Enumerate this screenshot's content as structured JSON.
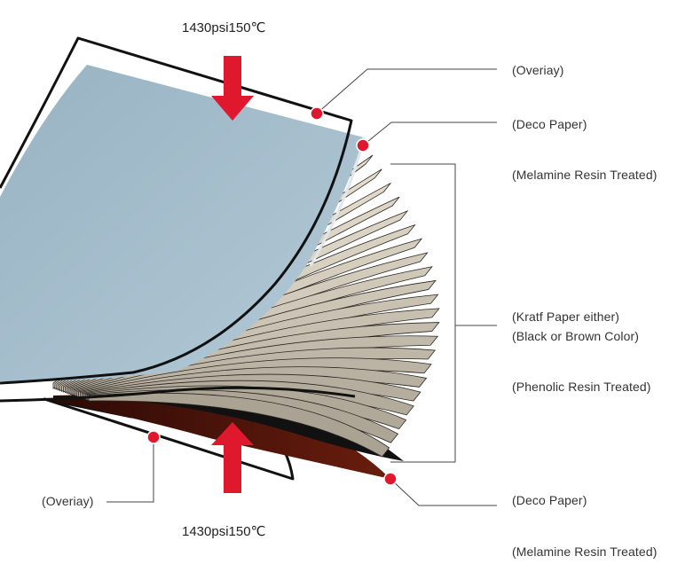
{
  "pressure_top": "1430psi150℃",
  "pressure_bottom": "1430psi150℃",
  "labels": {
    "overlay_top": "(Overiay)",
    "deco_top": "(Deco Paper)",
    "melamine_top": "(Melamine Resin Treated)",
    "kraft_line1": "(Kratf Paper either)",
    "kraft_line2": "(Black or Brown Color)",
    "phenolic": "(Phenolic Resin Treated)",
    "deco_bottom": "(Deco Paper)",
    "melamine_bottom": "(Melamine Resin Treated)",
    "overlay_bottom": "(Overiay)"
  },
  "colors": {
    "arrow": "#e0182d",
    "dot": "#e0182d",
    "deco_sheet": "#a3bccb",
    "kraft_sheet": "#c8bfad",
    "bottom_deco": "#4a1208",
    "leader": "#444444"
  }
}
